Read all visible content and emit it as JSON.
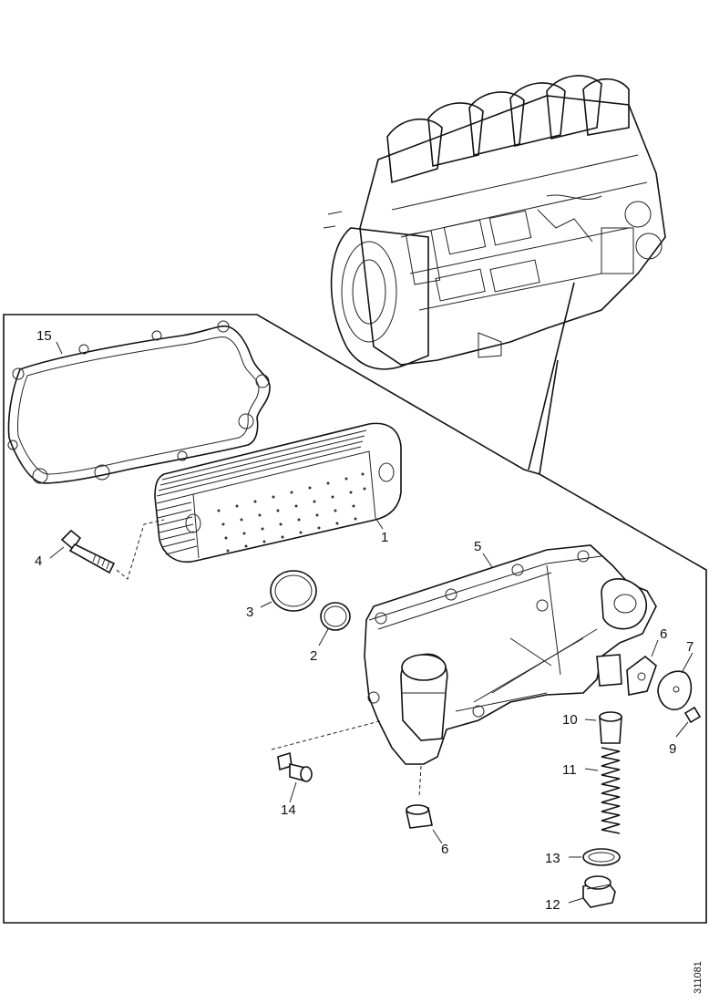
{
  "figure": {
    "reference": "311081",
    "callouts": [
      {
        "id": "c1",
        "text": "1"
      },
      {
        "id": "c2",
        "text": "2"
      },
      {
        "id": "c3",
        "text": "3"
      },
      {
        "id": "c4",
        "text": "4"
      },
      {
        "id": "c5",
        "text": "5"
      },
      {
        "id": "c6a",
        "text": "6"
      },
      {
        "id": "c6b",
        "text": "6"
      },
      {
        "id": "c7",
        "text": "7"
      },
      {
        "id": "c9",
        "text": "9"
      },
      {
        "id": "c10",
        "text": "10"
      },
      {
        "id": "c11",
        "text": "11"
      },
      {
        "id": "c12",
        "text": "12"
      },
      {
        "id": "c13",
        "text": "13"
      },
      {
        "id": "c14",
        "text": "14"
      },
      {
        "id": "c15",
        "text": "15"
      }
    ]
  }
}
